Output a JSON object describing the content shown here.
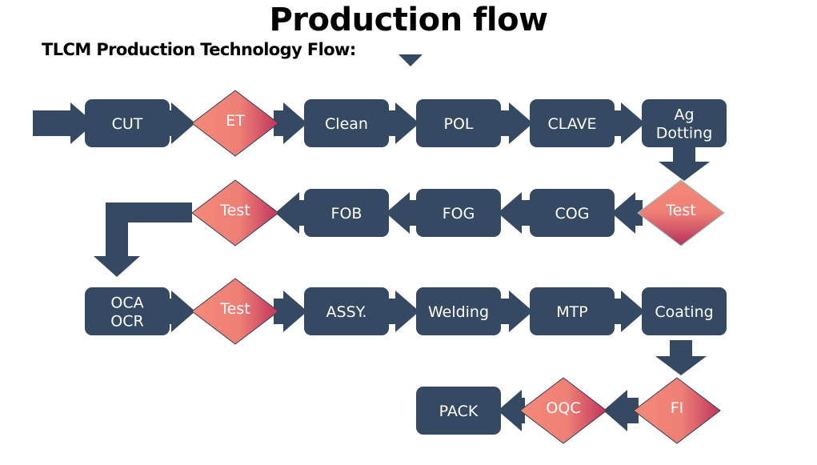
{
  "title": "Production flow",
  "subtitle": "TLCM Production Technology Flow:",
  "colors": {
    "box_fill": "#364962",
    "arrow_fill": "#364962",
    "diamond_light": "#f58a78",
    "diamond_dark": "#c23a5e",
    "text": "#ffffff"
  },
  "rows": [
    {
      "direction": "left-to-right",
      "steps": [
        {
          "type": "process",
          "label": [
            "CUT"
          ]
        },
        {
          "type": "decision",
          "label": [
            "ET"
          ]
        },
        {
          "type": "process",
          "label": [
            "Clean"
          ]
        },
        {
          "type": "process",
          "label": [
            "POL"
          ]
        },
        {
          "type": "process",
          "label": [
            "CLAVE"
          ]
        },
        {
          "type": "process",
          "label": [
            "Ag",
            "Dotting"
          ]
        }
      ]
    },
    {
      "direction": "right-to-left",
      "steps": [
        {
          "type": "decision",
          "label": [
            "Test"
          ]
        },
        {
          "type": "process",
          "label": [
            "COG"
          ]
        },
        {
          "type": "process",
          "label": [
            "FOG"
          ]
        },
        {
          "type": "process",
          "label": [
            "FOB"
          ]
        },
        {
          "type": "decision",
          "label": [
            "Test"
          ]
        }
      ]
    },
    {
      "direction": "left-to-right",
      "steps": [
        {
          "type": "process",
          "label": [
            "OCA",
            "OCR"
          ]
        },
        {
          "type": "decision",
          "label": [
            "Test"
          ]
        },
        {
          "type": "process",
          "label": [
            "ASSY."
          ]
        },
        {
          "type": "process",
          "label": [
            "Welding"
          ]
        },
        {
          "type": "process",
          "label": [
            "MTP"
          ]
        },
        {
          "type": "process",
          "label": [
            "Coating"
          ]
        }
      ]
    },
    {
      "direction": "right-to-left",
      "steps": [
        {
          "type": "decision",
          "label": [
            "FI"
          ]
        },
        {
          "type": "decision",
          "label": [
            "OQC"
          ]
        },
        {
          "type": "process",
          "label": [
            "PACK"
          ]
        }
      ]
    }
  ]
}
